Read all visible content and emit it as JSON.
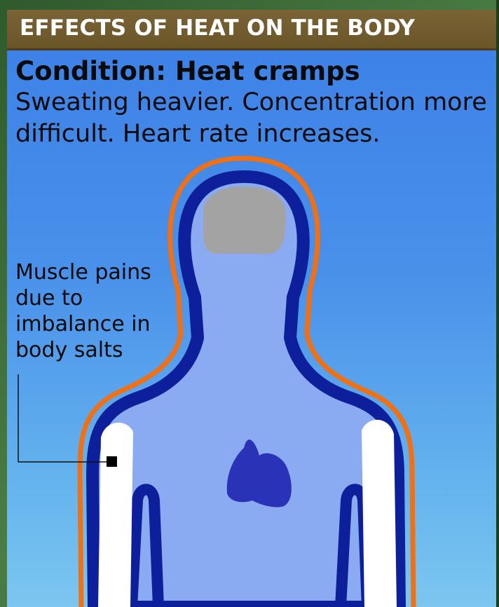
{
  "header": {
    "title": "EFFECTS OF HEAT ON THE BODY"
  },
  "condition": {
    "title": "Condition: Heat cramps",
    "description": "Sweating heavier. Concentration more difficult. Heart rate increases."
  },
  "callout": {
    "text": "Muscle pains due to imbalance in body salts"
  },
  "colors": {
    "banner": "#6f5a2e",
    "background_top": "#3b7fe6",
    "background_bottom": "#7cc6f0",
    "body_fill": "#8aaaf2",
    "body_outline": "#0d1f9a",
    "heat_outline": "#f26f12",
    "brain": "#a3a3a3",
    "heart": "#2a33b8",
    "muscle": "#ffffff"
  },
  "icons": [
    "brain-icon",
    "heart-icon",
    "muscle-marker-icon"
  ]
}
